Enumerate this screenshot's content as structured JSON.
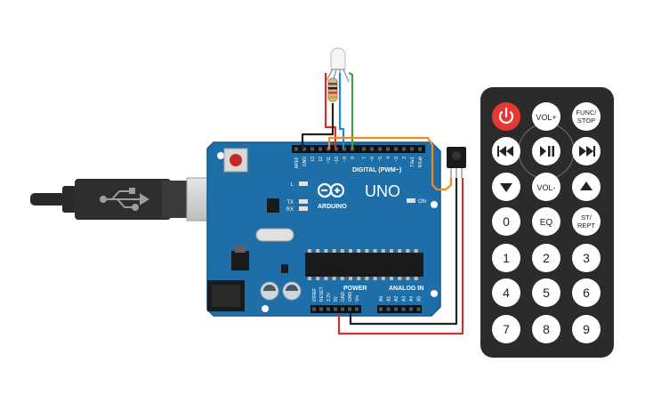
{
  "board": {
    "brand": "ARDUINO",
    "model": "UNO",
    "digital_header_label": "DIGITAL (PWM~)",
    "power_label": "POWER",
    "analog_label": "ANALOG IN",
    "on_label": "ON",
    "led_l": "L",
    "led_tx": "TX",
    "led_rx": "RX",
    "digital_pins": [
      "AREF",
      "GND",
      "13",
      "12",
      "~11",
      "~10",
      "~9",
      "8",
      "7",
      "~6",
      "~5",
      "4",
      "~3",
      "2",
      "TX▸1",
      "RX◂0"
    ],
    "power_pins": [
      "IOREF",
      "RESET",
      "3.3V",
      "5V",
      "GND",
      "GND",
      "Vin"
    ],
    "analog_pins": [
      "A0",
      "A1",
      "A2",
      "A3",
      "A4",
      "A5"
    ]
  },
  "remote": {
    "buttons": {
      "power": "",
      "vol_up": "VOL+",
      "func_stop_line1": "FUNC/",
      "func_stop_line2": "STOP",
      "vol_down": "VOL-",
      "eq": "EQ",
      "st_rept_line1": "ST/",
      "st_rept_line2": "REPT",
      "digits": [
        "0",
        "1",
        "2",
        "3",
        "4",
        "5",
        "6",
        "7",
        "8",
        "9"
      ]
    },
    "icons": {
      "power": "power-icon",
      "rewind": "rewind-icon",
      "play_pause": "play-pause-icon",
      "fast_forward": "fast-forward-icon",
      "down": "down-triangle-icon",
      "up": "up-triangle-icon"
    }
  },
  "colors": {
    "board": "#1e6fa8",
    "remote_body": "#2b2b2b",
    "power_button": "#e53935",
    "wire_red": "#d32f2f",
    "wire_black": "#222222",
    "wire_blue": "#1e88e5",
    "wire_green": "#43a047",
    "wire_orange": "#ef8c1a"
  }
}
